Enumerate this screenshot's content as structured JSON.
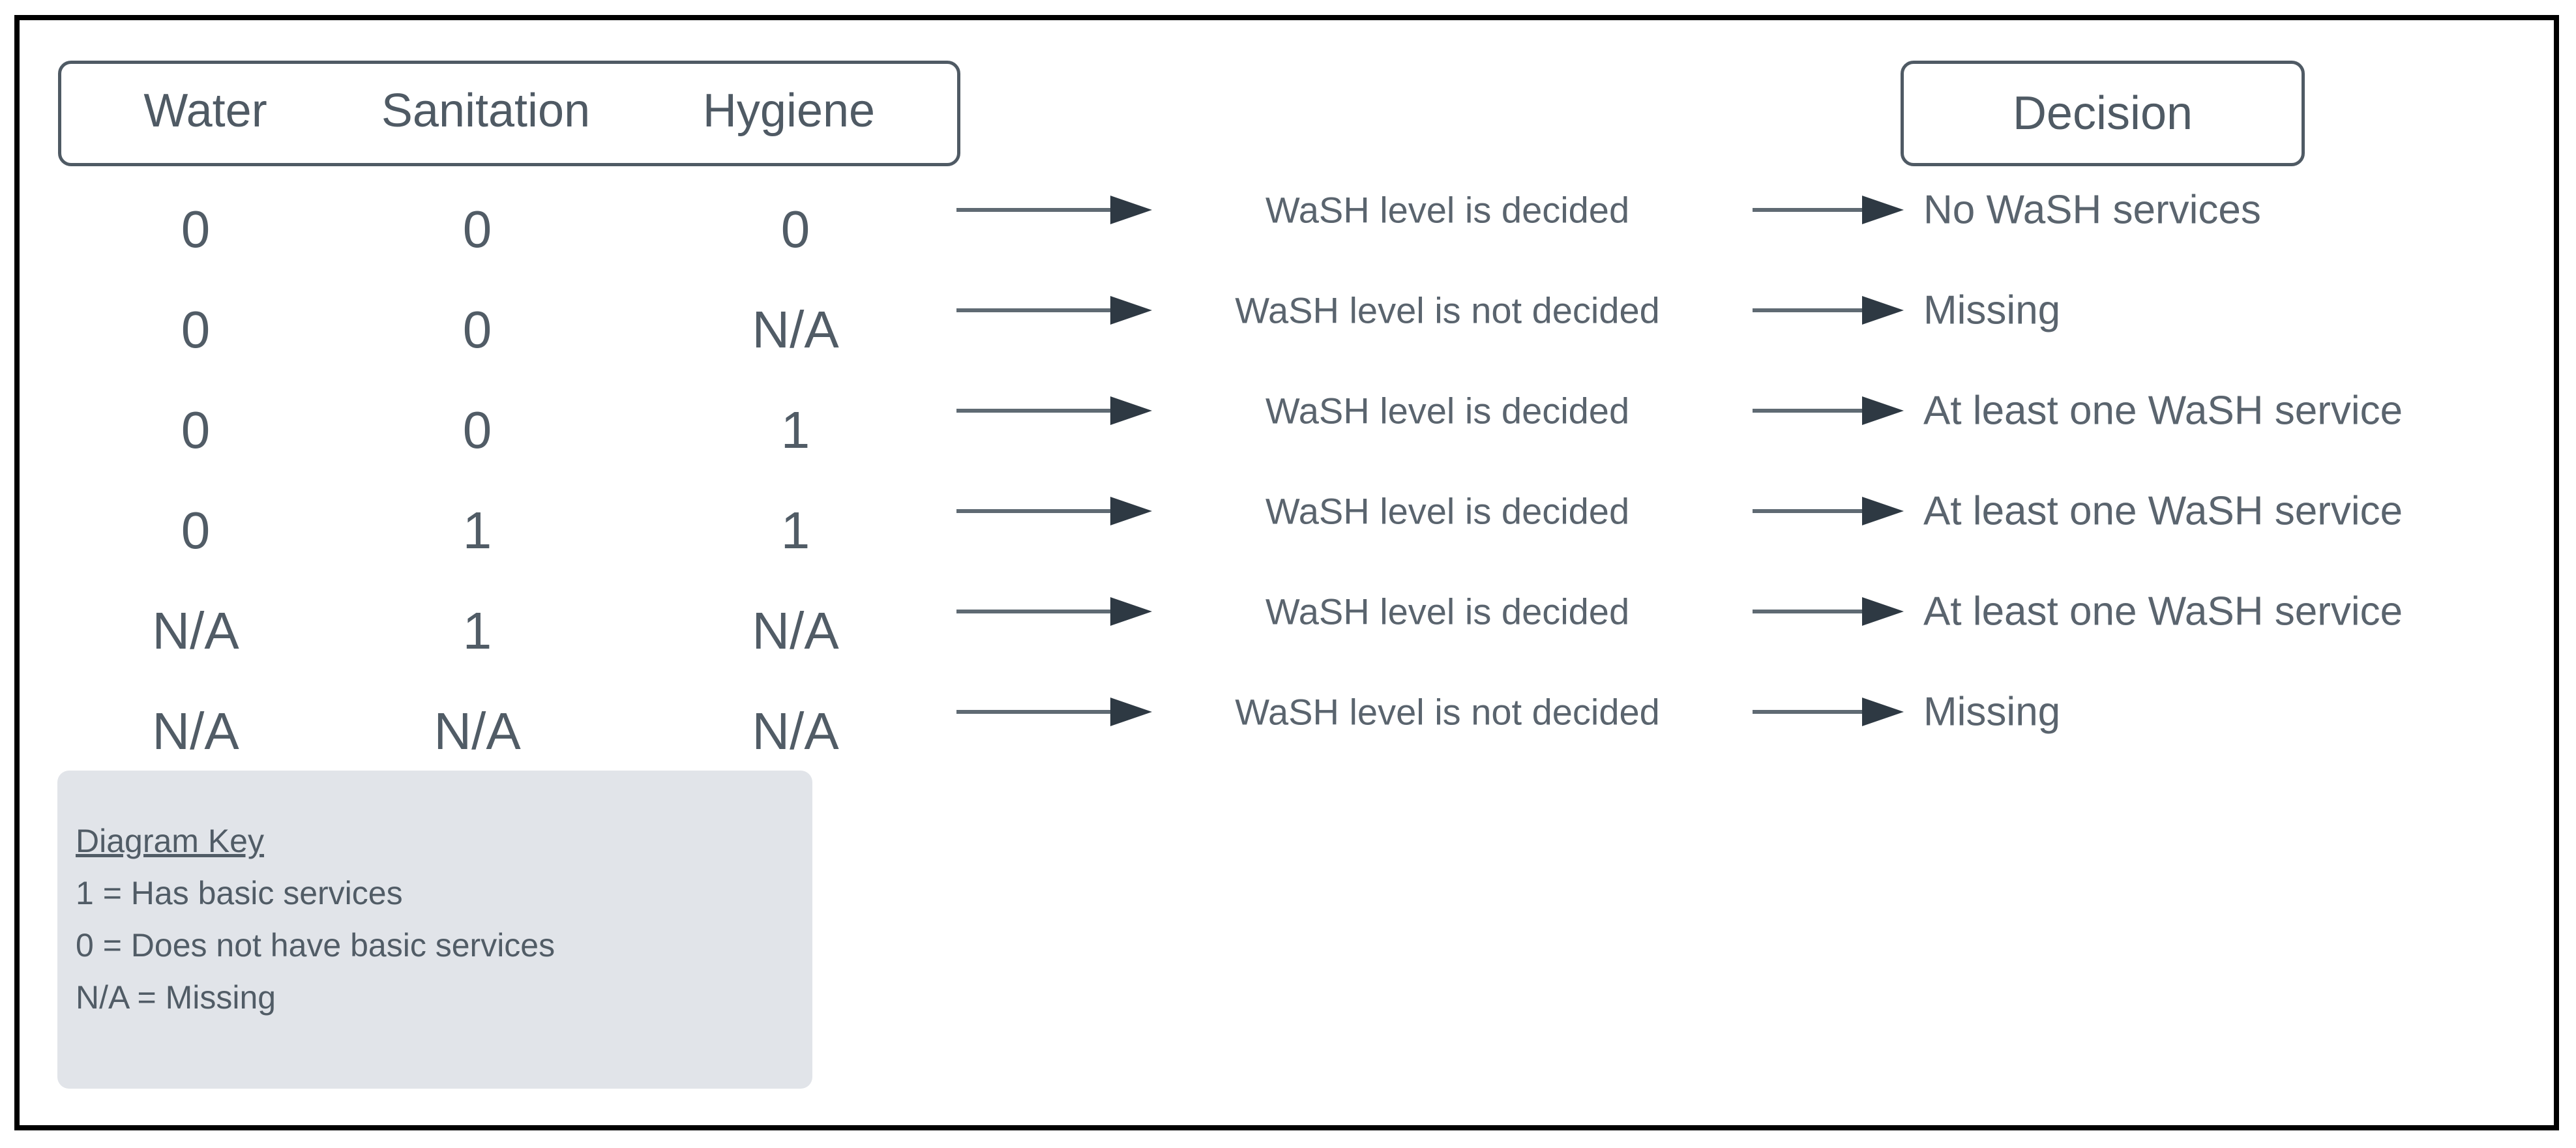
{
  "header": {
    "columns": [
      "Water",
      "Sanitation",
      "Hygiene"
    ]
  },
  "decision_header": "Decision",
  "rows": [
    {
      "water": "0",
      "sanitation": "0",
      "hygiene": "0",
      "status": "WaSH level is decided",
      "decision": "No WaSH services"
    },
    {
      "water": "0",
      "sanitation": "0",
      "hygiene": "N/A",
      "status": "WaSH level is not decided",
      "decision": "Missing"
    },
    {
      "water": "0",
      "sanitation": "0",
      "hygiene": "1",
      "status": "WaSH level is decided",
      "decision": "At least one WaSH service"
    },
    {
      "water": "0",
      "sanitation": "1",
      "hygiene": "1",
      "status": "WaSH level is decided",
      "decision": "At least one WaSH service"
    },
    {
      "water": "N/A",
      "sanitation": "1",
      "hygiene": "N/A",
      "status": "WaSH level is decided",
      "decision": "At least one WaSH service"
    },
    {
      "water": "N/A",
      "sanitation": "N/A",
      "hygiene": "N/A",
      "status": "WaSH level is not decided",
      "decision": "Missing"
    }
  ],
  "key": {
    "title": "Diagram Key",
    "entries": [
      "1 = Has basic services",
      "0 = Does not have basic services",
      "N/A = Missing"
    ]
  },
  "colors": {
    "text": "#515c66",
    "label_text": "#5a646e",
    "box_border": "#4f5a64",
    "arrow_shaft": "#5f6a73",
    "arrow_head": "#2e3943",
    "key_background": "#e1e4e9",
    "frame_border": "#000000"
  }
}
